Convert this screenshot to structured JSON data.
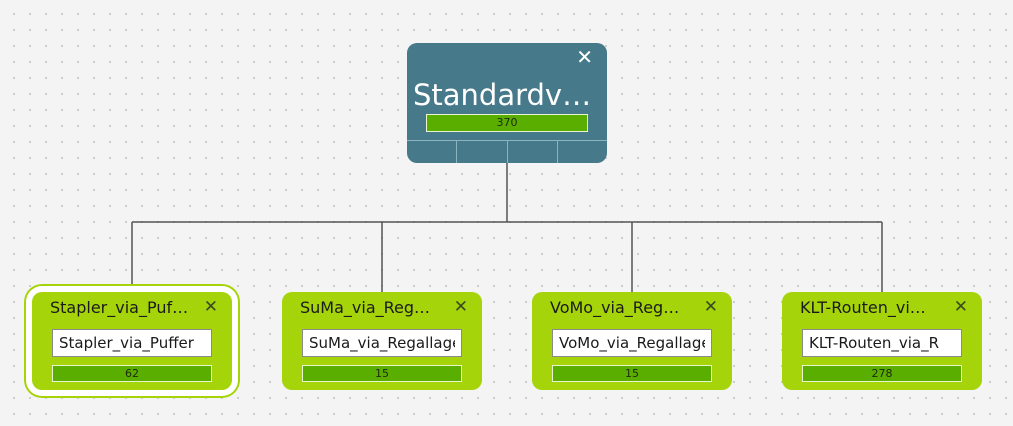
{
  "root": {
    "title": "Standardvers…",
    "value": "370",
    "close_glyph": "✕",
    "close_icon": "close-icon",
    "color": "#46798a"
  },
  "children": [
    {
      "title": "Stapler_via_Puf…",
      "input_value": "Stapler_via_Puffer",
      "value": "62",
      "close_glyph": "✕",
      "selected": true
    },
    {
      "title": "SuMa_via_Reg…",
      "input_value": "SuMa_via_Regallager",
      "value": "15",
      "close_glyph": "✕",
      "selected": false
    },
    {
      "title": "VoMo_via_Reg…",
      "input_value": "VoMo_via_Regallager",
      "value": "15",
      "close_glyph": "✕",
      "selected": false
    },
    {
      "title": "KLT-Routen_vi…",
      "input_value": "KLT-Routen_via_R",
      "value": "278",
      "close_glyph": "✕",
      "selected": false
    }
  ],
  "colors": {
    "node_root": "#46798a",
    "node_child": "#a6d40a",
    "progress": "#5aae00",
    "connector": "#555555"
  }
}
